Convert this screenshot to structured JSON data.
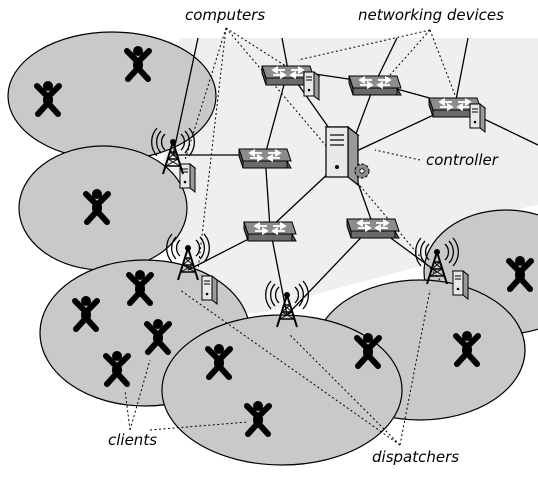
{
  "labels": {
    "computers": "computers",
    "networking_devices": "networking devices",
    "controller": "controller",
    "clients": "clients",
    "dispatchers": "dispatchers"
  },
  "colors": {
    "backbone_region": "#efefef",
    "cell": "#c9c9c9",
    "device_top": "#8c8c8c",
    "device_side": "#666666",
    "server_body": "#e8e8e8",
    "stroke": "#000000"
  },
  "icons": {
    "client": "person-icon",
    "dispatcher": "antenna-tower-icon",
    "computer": "server-icon",
    "networking_device": "switch-icon",
    "controller": "controller-server-icon"
  }
}
